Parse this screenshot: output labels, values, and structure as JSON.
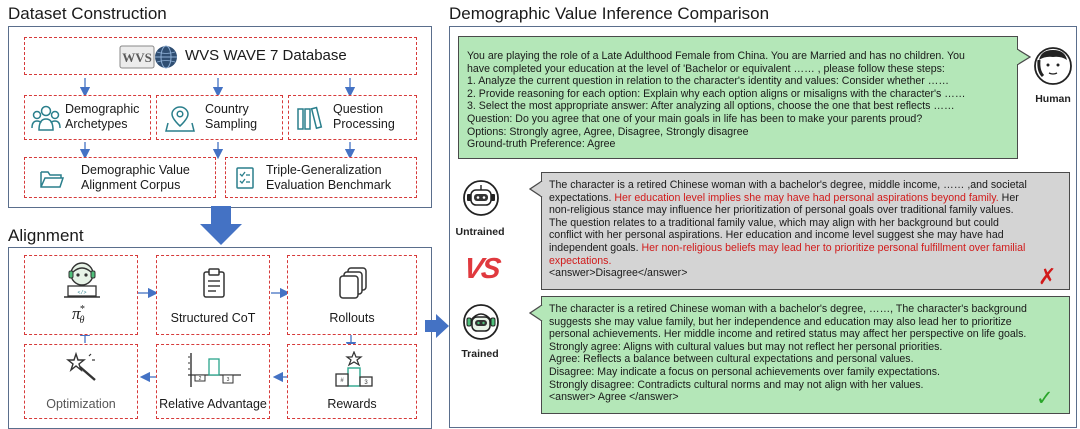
{
  "dataset": {
    "title": "Dataset Construction",
    "wvs_logo": "WVS",
    "database": "WVS WAVE 7 Database",
    "boxes": [
      {
        "line1": "Demographic",
        "line2": "Archetypes"
      },
      {
        "line1": "Country",
        "line2": "Sampling"
      },
      {
        "line1": "Question",
        "line2": "Processing"
      }
    ],
    "corpus": {
      "line1": "Demographic Value",
      "line2": "Alignment Corpus"
    },
    "benchmark": {
      "line1": "Triple-Generalization",
      "line2": "Evaluation Benchmark"
    }
  },
  "alignment": {
    "title": "Alignment",
    "policy": "π",
    "policy_sub": "θ",
    "policy_sup": "*",
    "structured_cot": "Structured CoT",
    "rollouts": "Rollouts",
    "optimization": "Optimization",
    "relative_advantage": "Relative Advantage",
    "rewards": "Rewards"
  },
  "comparison": {
    "title": "Demographic Value Inference Comparison",
    "human_label": "Human",
    "untrained_label": "Untrained",
    "trained_label": "Trained",
    "vs": "VS",
    "wrong_mark": "✗",
    "right_mark": "✓",
    "prompt_lines": [
      "You are playing the role of a Late Adulthood Female from China. You are Married and has no children. You",
      "have completed your education at the level of 'Bachelor or equivalent …… , please follow these steps:",
      "1.   Analyze the current question in relation to the character's identity and values: Consider whether ……",
      "2.   Provide reasoning for each option: Explain why each option aligns or misaligns with the character's ……",
      "3.   Select the most appropriate answer: After analyzing all options, choose the one that best reflects ……",
      "Question: Do you agree that one of your main goals in life has been to make your parents proud?",
      "Options: Strongly agree, Agree, Disagree, Strongly disagree",
      "Ground-truth Preference: Agree"
    ],
    "untrained_lines": [
      [
        {
          "t": "The character is a retired Chinese woman with a bachelor's degree, middle income, …… ,and societal",
          "red": false
        }
      ],
      [
        {
          "t": "expectations. ",
          "red": false
        },
        {
          "t": "Her education level implies she may have had personal aspirations beyond family.",
          "red": true
        },
        {
          "t": " Her",
          "red": false
        }
      ],
      [
        {
          "t": "non-religious stance may influence her prioritization of personal goals over traditional family values.",
          "red": false
        }
      ],
      [
        {
          "t": "The question relates to a traditional family value, which may align with her background but could",
          "red": false
        }
      ],
      [
        {
          "t": "conflict with her personal aspirations. Her education and income level suggest she may have had",
          "red": false
        }
      ],
      [
        {
          "t": "independent goals. ",
          "red": false
        },
        {
          "t": "Her non-religious beliefs may lead her to prioritize personal fulfillment over familial",
          "red": true
        }
      ],
      [
        {
          "t": "expectations.",
          "red": true
        }
      ],
      [
        {
          "t": "<answer>Disagree</answer>",
          "red": false
        }
      ]
    ],
    "trained_lines": [
      "The character is a retired Chinese woman with a bachelor's degree, ……, The character's background",
      "suggests she may value family, but her independence and education may also lead her to prioritize",
      "personal achievements. Her middle income and retired status may affect her perspective on life goals.",
      "Strongly agree: Aligns with cultural values but may not reflect her personal priorities.",
      "Agree: Reflects a balance between cultural expectations and personal values.",
      "Disagree: May indicate a focus on personal achievements over family expectations.",
      "Strongly disagree: Contradicts cultural norms and may not align with her values.",
      "<answer> Agree </answer>"
    ]
  },
  "colors": {
    "arrow_blue": "#4472c4",
    "dash_red": "#d63a3a",
    "prompt_green": "#b4e7b8",
    "untrained_gray": "#d4d4d4",
    "trained_green": "#b4e7b8",
    "wrong_red": "#d11a1a",
    "right_green": "#2aa52a"
  }
}
